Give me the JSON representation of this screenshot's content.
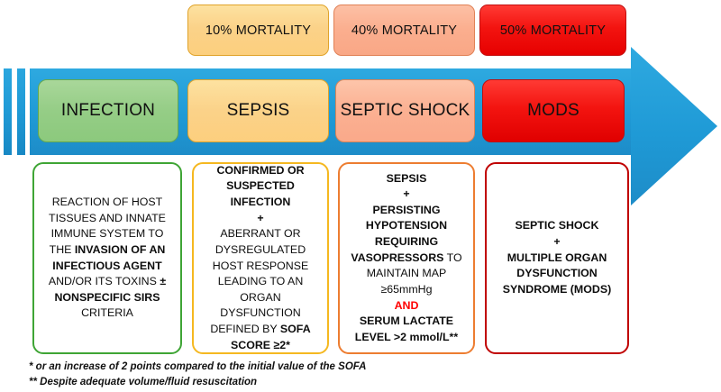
{
  "mortality_row": [
    {
      "label": "10% MORTALITY",
      "color": "#fbd289"
    },
    {
      "label": "40% MORTALITY",
      "color": "#fbae8e"
    },
    {
      "label": "50% MORTALITY",
      "color": "#f31410"
    }
  ],
  "arrow": {
    "color": "#1f9ad6",
    "direction": "right",
    "tail_bars": 2
  },
  "stages": [
    {
      "label": "INFECTION",
      "color": "#95cd86"
    },
    {
      "label": "SEPSIS",
      "color": "#fbd289"
    },
    {
      "label": "SEPTIC SHOCK",
      "color": "#fbb092"
    },
    {
      "label": "MODS",
      "color": "#f31410"
    }
  ],
  "descriptions": [
    {
      "border_color": "#3fa535",
      "lines": [
        {
          "text": "REACTION OF HOST TISSUES AND INNATE IMMUNE SYSTEM TO THE ",
          "style": "regular"
        },
        {
          "text": "INVASION OF AN INFECTIOUS AGENT",
          "style": "bold"
        },
        {
          "text": " AND/OR ITS TOXINS ",
          "style": "regular"
        },
        {
          "text": "± NONSPECIFIC SIRS",
          "style": "bold"
        },
        {
          "text": " CRITERIA",
          "style": "regular"
        }
      ]
    },
    {
      "border_color": "#f5b820",
      "lines": [
        {
          "text": "CONFIRMED OR SUSPECTED INFECTION",
          "style": "bold"
        },
        {
          "text": "+",
          "style": "bold"
        },
        {
          "text": "ABERRANT OR DYSREGULATED HOST RESPONSE LEADING TO AN ORGAN DYSFUNCTION DEFINED BY ",
          "style": "regular"
        },
        {
          "text": "SOFA SCORE ≥2*",
          "style": "bold"
        }
      ]
    },
    {
      "border_color": "#ed7d31",
      "lines": [
        {
          "text": "SEPSIS",
          "style": "bold"
        },
        {
          "text": "+",
          "style": "bold"
        },
        {
          "text": "PERSISTING HYPOTENSION REQUIRING VASOPRESSORS",
          "style": "bold"
        },
        {
          "text": " TO MAINTAIN MAP ≥65mmHg",
          "style": "regular"
        },
        {
          "text": "AND",
          "style": "red-bold"
        },
        {
          "text": "SERUM LACTATE LEVEL >2 mmol/L**",
          "style": "bold"
        }
      ]
    },
    {
      "border_color": "#c00000",
      "lines": [
        {
          "text": "SEPTIC SHOCK",
          "style": "bold"
        },
        {
          "text": "+",
          "style": "bold"
        },
        {
          "text": "MULTIPLE ORGAN DYSFUNCTION SYNDROME (MODS)",
          "style": "bold"
        }
      ]
    }
  ],
  "footnotes": [
    "* or an increase of 2 points compared to the initial value of the SOFA",
    "** Despite adequate volume/fluid resuscitation"
  ]
}
